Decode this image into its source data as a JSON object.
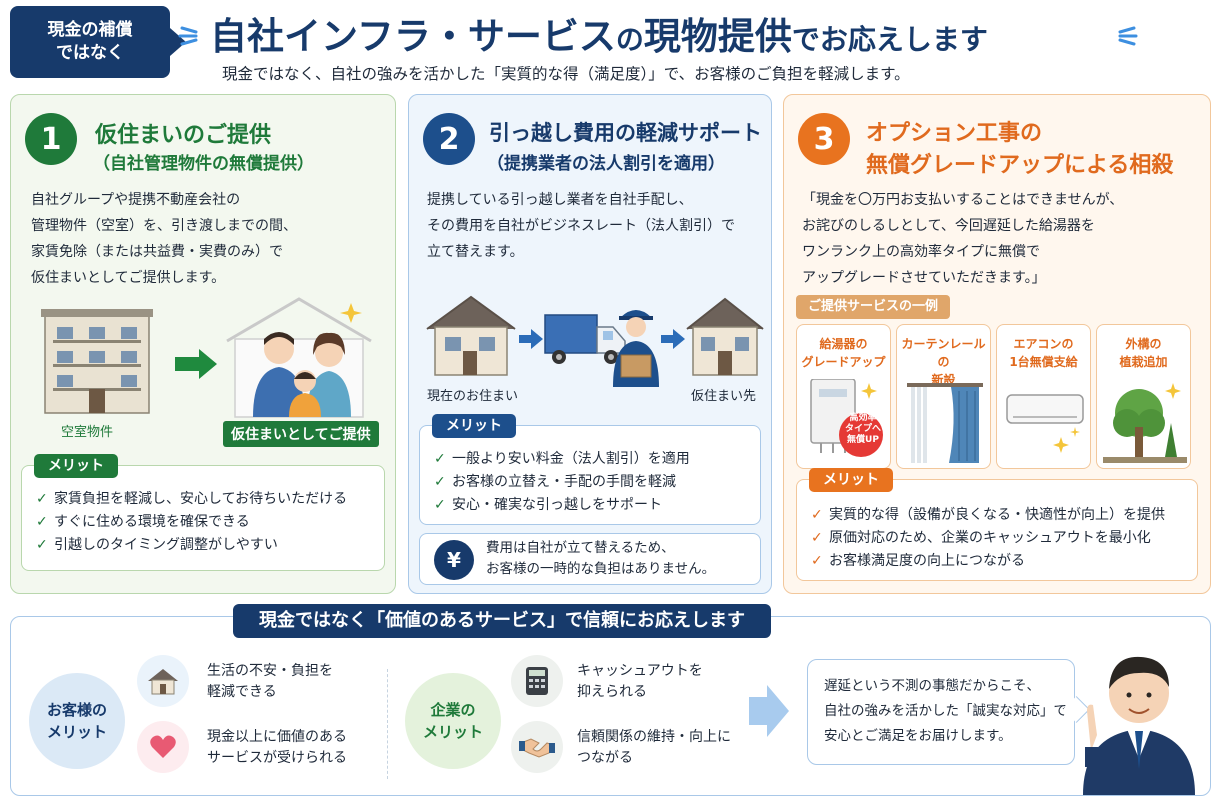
{
  "header": {
    "badge_line1": "現金の補償",
    "badge_line2": "ではなく",
    "title_a": "自社インフラ・サービス",
    "title_b": "の",
    "title_c": "現物提供",
    "title_d": "でお応えします",
    "subtitle": "現金ではなく、自社の強みを活かした「実質的な得（満足度）」で、お客様のご負担を軽減します。"
  },
  "col1": {
    "number": "1",
    "title": "仮住まいのご提供",
    "subtitle": "（自社管理物件の無償提供）",
    "body": [
      "自社グループや提携不動産会社の",
      "管理物件（空室）を、引き渡しまでの間、",
      "家賃免除（または共益費・実費のみ）で",
      "仮住まいとしてご提供します。"
    ],
    "caption_left": "空室物件",
    "caption_right": "仮住まいとしてご提供",
    "merit_label": "メリット",
    "merits": [
      "家賃負担を軽減し、安心してお待ちいただける",
      "すぐに住める環境を確保できる",
      "引越しのタイミング調整がしやすい"
    ]
  },
  "col2": {
    "number": "2",
    "title": "引っ越し費用の軽減サポート",
    "subtitle": "（提携業者の法人割引を適用）",
    "body": [
      "提携している引っ越し業者を自社手配し、",
      "その費用を自社がビジネスレート（法人割引）で",
      "立て替えます。"
    ],
    "caption_left": "現在のお住まい",
    "caption_right": "仮住まい先",
    "merit_label": "メリット",
    "merits": [
      "一般より安い料金（法人割引）を適用",
      "お客様の立替え・手配の手間を軽減",
      "安心・確実な引っ越しをサポート"
    ],
    "yen_symbol": "¥",
    "note": [
      "費用は自社が立て替えるため、",
      "お客様の一時的な負担はありません。"
    ]
  },
  "col3": {
    "number": "3",
    "title_line1": "オプション工事の",
    "title_line2": "無償グレードアップによる相殺",
    "body": [
      "「現金を〇万円お支払いすることはできませんが、",
      "お詫びのしるしとして、今回遅延した給湯器を",
      "ワンランク上の高効率タイプに無償で",
      "アップグレードさせていただきます。」"
    ],
    "service_label": "ご提供サービスの一例",
    "services": [
      {
        "line1": "給湯器の",
        "line2": "グレードアップ"
      },
      {
        "line1": "カーテンレールの",
        "line2": "新設"
      },
      {
        "line1": "エアコンの",
        "line2": "1台無償支給"
      },
      {
        "line1": "外構の",
        "line2": "植栽追加"
      }
    ],
    "badge": [
      "高効率",
      "タイプへ",
      "無償UP"
    ],
    "merit_label": "メリット",
    "merits": [
      "実質的な得（設備が良くなる・快適性が向上）を提供",
      "原価対応のため、企業のキャッシュアウトを最小化",
      "お客様満足度の向上につながる"
    ]
  },
  "bottom": {
    "banner": "現金ではなく「価値のあるサービス」で信頼にお応えします",
    "customer_line1": "お客様の",
    "customer_line2": "メリット",
    "customer_items": [
      [
        "生活の不安・負担を",
        "軽減できる"
      ],
      [
        "現金以上に価値のある",
        "サービスが受けられる"
      ]
    ],
    "company_line1": "企業の",
    "company_line2": "メリット",
    "company_items": [
      [
        "キャッシュアウトを",
        "抑えられる"
      ],
      [
        "信頼関係の維持・向上に",
        "つながる"
      ]
    ],
    "speech": [
      "遅延という不測の事態だからこそ、",
      "自社の強みを活かした「誠実な対応」で、",
      "安心とご満足をお届けします。"
    ]
  },
  "colors": {
    "navy": "#173a6b",
    "green": "#1f7a3a",
    "blue": "#1d4f8c",
    "orange": "#e8731f"
  }
}
